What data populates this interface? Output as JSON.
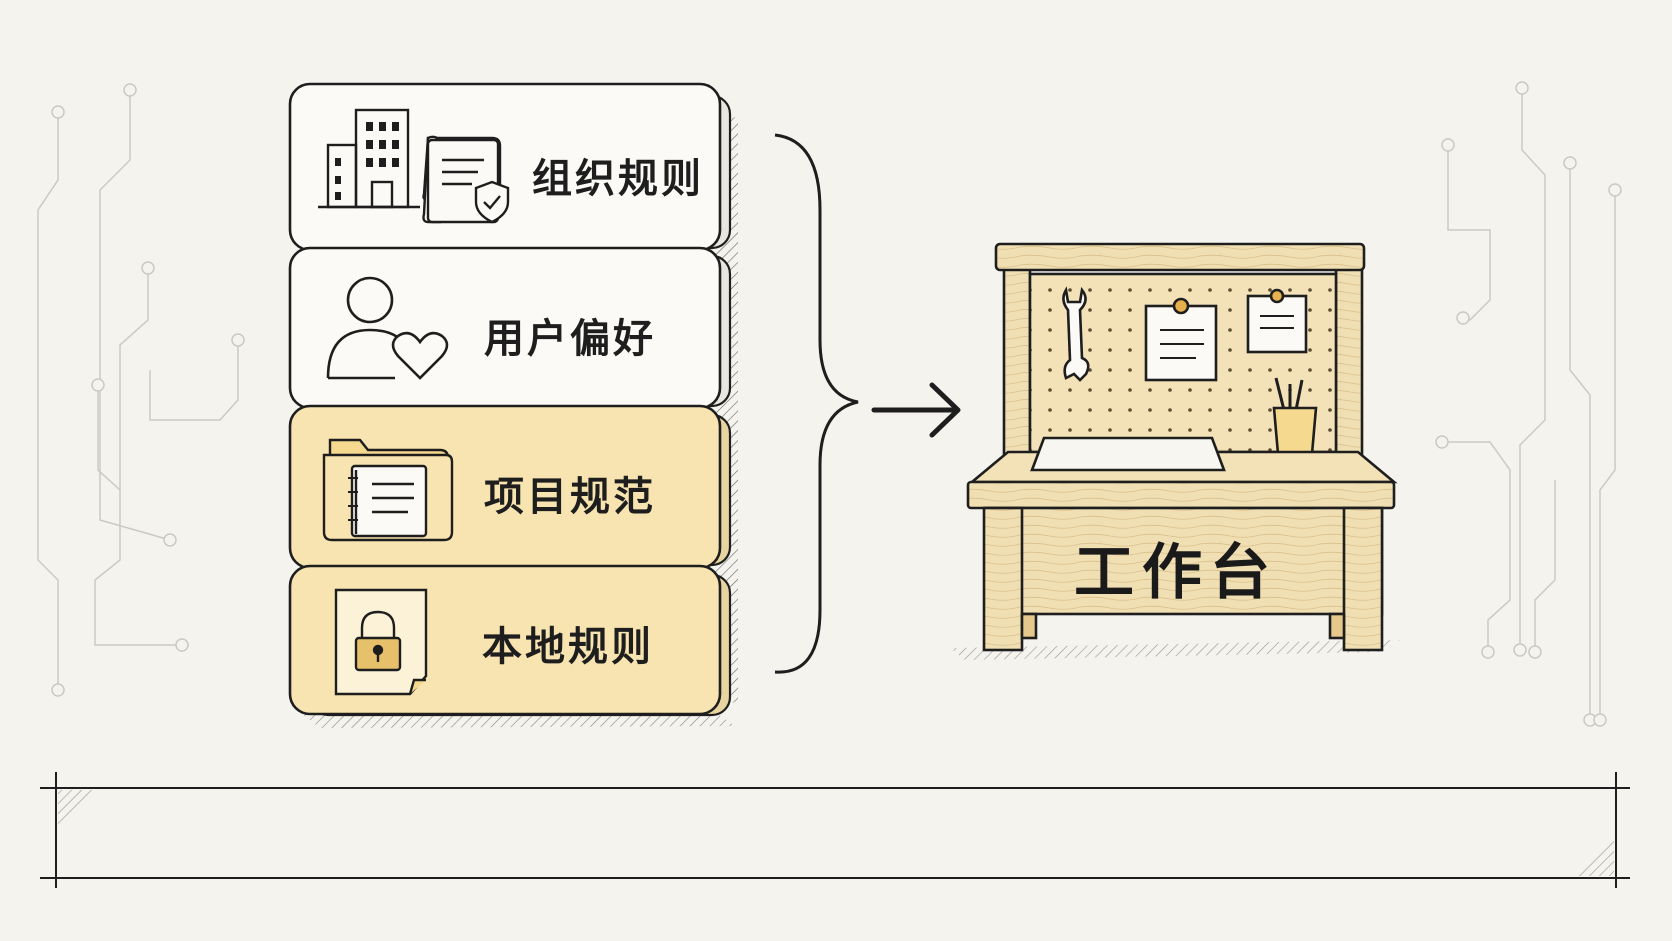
{
  "cards": [
    {
      "label": "组织规则",
      "fill": "#fbfaf6"
    },
    {
      "label": "用户偏好",
      "fill": "#fbfaf6"
    },
    {
      "label": "项目规范",
      "fill": "#f8e4b0"
    },
    {
      "label": "本地规则",
      "fill": "#f8e4b0"
    }
  ],
  "workbench": {
    "label": "工作台"
  },
  "colors": {
    "background": "#f5f3ee",
    "ink": "#1e1e1e",
    "wood": "#f1dfb4",
    "highlight": "#f8e4b0",
    "circuit": "#c9c9c6"
  },
  "icons": [
    "buildings-icon",
    "shield-document-icon",
    "user-heart-icon",
    "folder-notebook-icon",
    "lock-document-icon",
    "wrench-icon",
    "note-icon",
    "pencil-cup-icon"
  ]
}
